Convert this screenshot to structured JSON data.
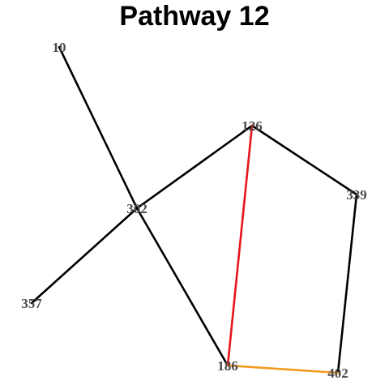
{
  "title": "Pathway 12",
  "colors": {
    "default_edge": "#000000",
    "highlight_red": "#e8141c",
    "highlight_orange": "#f39a1e",
    "label": "#4a4a4a"
  },
  "nodes": [
    {
      "id": "10",
      "label": "10"
    },
    {
      "id": "126",
      "label": "126"
    },
    {
      "id": "302",
      "label": "302"
    },
    {
      "id": "339",
      "label": "339"
    },
    {
      "id": "357",
      "label": "357"
    },
    {
      "id": "186",
      "label": "186"
    },
    {
      "id": "402",
      "label": "402"
    }
  ],
  "edges": [
    {
      "source": "10",
      "target": "302",
      "color": "#000000"
    },
    {
      "source": "302",
      "target": "126",
      "color": "#000000"
    },
    {
      "source": "302",
      "target": "357",
      "color": "#000000"
    },
    {
      "source": "302",
      "target": "186",
      "color": "#000000"
    },
    {
      "source": "126",
      "target": "339",
      "color": "#000000"
    },
    {
      "source": "339",
      "target": "402",
      "color": "#000000"
    },
    {
      "source": "126",
      "target": "186",
      "color": "#e8141c"
    },
    {
      "source": "186",
      "target": "402",
      "color": "#f39a1e"
    }
  ]
}
